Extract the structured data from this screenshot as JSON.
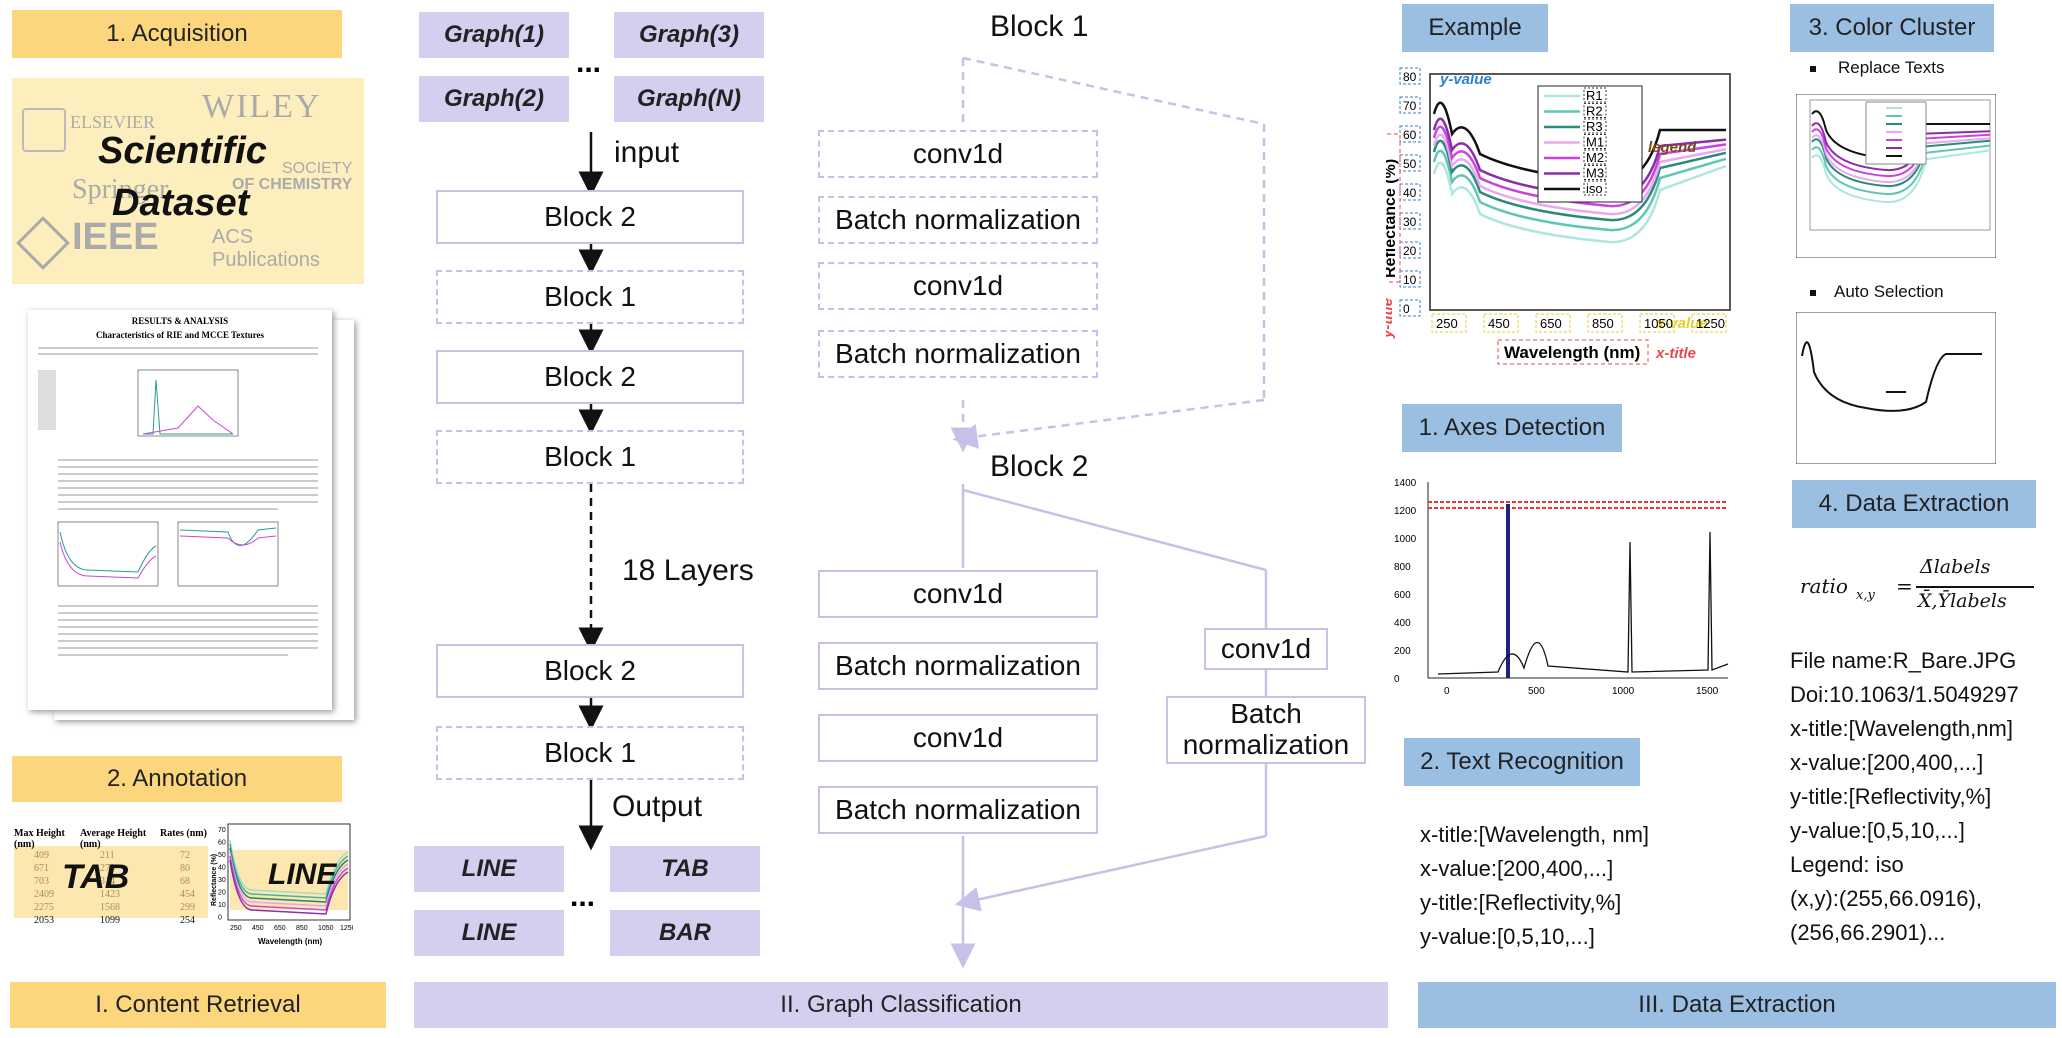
{
  "sections": {
    "acquisition": "1. Acquisition",
    "annotation": "2. Annotation",
    "content_retrieval": "I. Content Retrieval",
    "graph_classification": "II. Graph Classification",
    "data_extraction": "III. Data Extraction",
    "example": "Example",
    "axes_detection": "1. Axes Detection",
    "text_recognition": "2. Text Recognition",
    "color_cluster": "3. Color Cluster",
    "data_extraction_step": "4. Data Extraction"
  },
  "publishers": {
    "elsevier": "ELSEVIER",
    "wiley": "WILEY",
    "springer": "Springer",
    "rsc1": "SOCIETY",
    "rsc2": "OF CHEMISTRY",
    "ieee": "IEEE",
    "acs": "ACS Publications",
    "dataset1": "Scientific",
    "dataset2": "Dataset"
  },
  "paper": {
    "heading": "RESULTS & ANALYSIS",
    "subheading": "Characteristics of RIE and MCCE Textures"
  },
  "annotation": {
    "table_headers": [
      "Max Height (nm)",
      "Average Height (nm)",
      "Rates (nm)"
    ],
    "table_rows": [
      [
        "409",
        "211",
        "72"
      ],
      [
        "671",
        "270",
        "80"
      ],
      [
        "703",
        "314",
        "68"
      ],
      [
        "2409",
        "1423",
        "454"
      ],
      [
        "2275",
        "1568",
        "299"
      ],
      [
        "2053",
        "1099",
        "254"
      ]
    ],
    "tab_label": "TAB",
    "line_label": "LINE",
    "mini_xlabel": "Wavelength (nm)",
    "mini_ylabel": "Reflectance (%)",
    "mini_xticks": [
      "250",
      "450",
      "650",
      "850",
      "1050",
      "1250"
    ],
    "mini_yticks": [
      "70",
      "60",
      "50",
      "40",
      "30",
      "20",
      "10",
      "0"
    ]
  },
  "classification": {
    "graphs": [
      "Graph(1)",
      "Graph(3)",
      "Graph(2)",
      "Graph(N)"
    ],
    "ellipsis": "...",
    "input": "input",
    "output": "Output",
    "layers": "18 Layers",
    "left_blocks": [
      "Block 2",
      "Block 1",
      "Block 2",
      "Block 1",
      "Block 2",
      "Block 1"
    ],
    "outputs": [
      "LINE",
      "TAB",
      "LINE",
      "BAR"
    ],
    "block1_title": "Block 1",
    "block2_title": "Block 2",
    "block1_items": [
      "conv1d",
      "Batch normalization",
      "conv1d",
      "Batch normalization"
    ],
    "block2_items": [
      "conv1d",
      "Batch normalization",
      "conv1d",
      "Batch normalization"
    ],
    "shortcut_conv": "conv1d",
    "shortcut_bn": "Batch normalization"
  },
  "example_chart": {
    "y_value": "y-value",
    "x_value": "x-value",
    "y_title_tag": "y-title",
    "x_title_tag": "x-title",
    "legend_tag": "legend",
    "xlabel": "Wavelength (nm)",
    "ylabel": "Reflectance (%)",
    "legend": [
      "R1",
      "R2",
      "R3",
      "M1",
      "M2",
      "M3",
      "iso"
    ],
    "xticks": [
      "250",
      "450",
      "650",
      "850",
      "1050",
      "1250"
    ],
    "yticks": [
      "80",
      "70",
      "60",
      "50",
      "40",
      "30",
      "20",
      "10",
      "0"
    ]
  },
  "axes_chart": {
    "yticks": [
      "1400",
      "1200",
      "1000",
      "800",
      "600",
      "400",
      "200",
      "0"
    ],
    "xticks": [
      "0",
      "500",
      "1000",
      "1500"
    ]
  },
  "text_recognition": [
    "x-title:[Wavelength, nm]",
    "x-value:[200,400,...]",
    "y-title:[Reflectivity,%]",
    "y-value:[0,5,10,...]"
  ],
  "color_cluster": {
    "replace_texts": "Replace Texts",
    "auto_selection": "Auto Selection"
  },
  "formula": {
    "lhs": "ratio",
    "lhs_sub": "x,y",
    "equals": "=",
    "numerator": "Δ̄labels",
    "denominator": "X̄,Ȳlabels"
  },
  "extraction_results": [
    "File name:R_Bare.JPG",
    "Doi:10.1063/1.5049297",
    "x-title:[Wavelength,nm]",
    "x-value:[200,400,...]",
    "y-title:[Reflectivity,%]",
    "y-value:[0,5,10,...]",
    "Legend: iso",
    "(x,y):(255,66.0916),",
    "(256,66.2901)..."
  ],
  "colors": {
    "yellow": "#fbd67d",
    "purple": "#d3d0ef",
    "blue": "#9bbfe3",
    "block_border": "#c7c1ea",
    "red_tag": "#e8484c",
    "blue_tag": "#2f7fd1",
    "yellow_tag": "#e7cf2a"
  }
}
